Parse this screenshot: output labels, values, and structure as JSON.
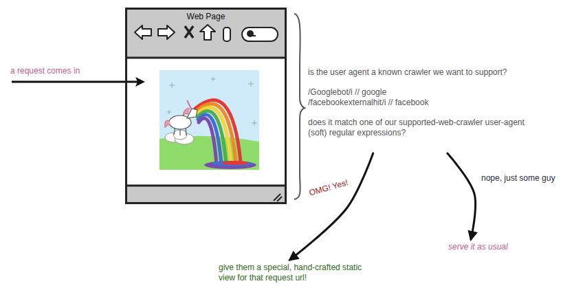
{
  "diagram": {
    "nodes": [
      {
        "text": [
          "Web Page"
        ]
      },
      {
        "text": [
          "is the user agent a known crawler we want to support?",
          "/Googlebot/i // google",
          "/facebookexternalhit/i // facebook",
          "does it match one of our supported-web-crawler user-agent (soft) regular expressions?"
        ]
      },
      {
        "text": [
          "give them a special, hand-crafted static view for that request url!"
        ]
      },
      {
        "text": [
          "serve it as usual"
        ]
      }
    ],
    "edges": [
      {
        "from": 1,
        "to": 2,
        "arrow": "to",
        "label": "OMG! Yes!"
      },
      {
        "from": 1,
        "to": 3,
        "arrow": "to",
        "label": "nope, just some guy"
      }
    ],
    "labels": [
      "a request comes in"
    ]
  }
}
